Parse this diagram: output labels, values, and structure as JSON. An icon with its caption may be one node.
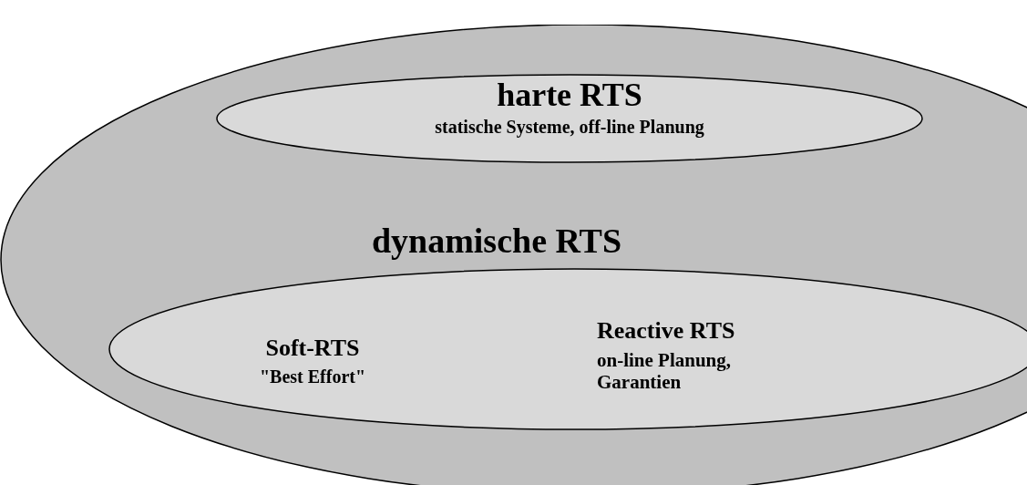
{
  "diagram": {
    "nodes": [
      {
        "text": [],
        "shape": "ellipse"
      },
      {
        "text": [
          "harte RTS",
          "statische Systeme, off-line Planung"
        ],
        "in": 0
      },
      {
        "text": [
          "dynamische RTS",
          "Soft-RTS",
          "\"Best Effort\"",
          "Reactive RTS",
          "on-line Planung, Garantien"
        ],
        "in": 0
      }
    ]
  }
}
